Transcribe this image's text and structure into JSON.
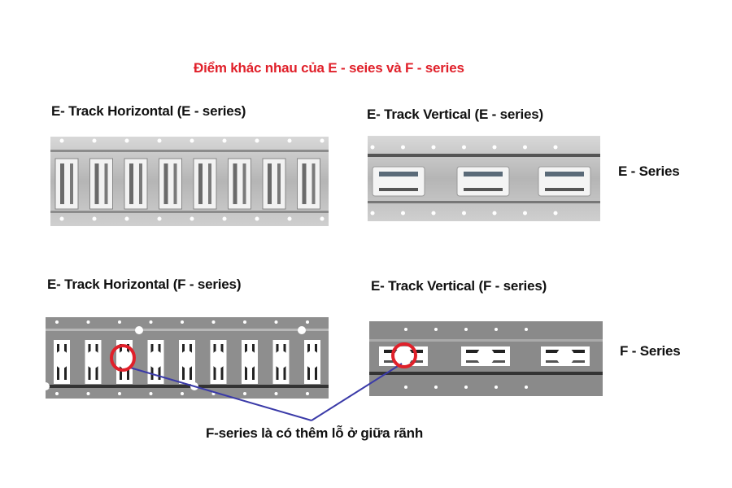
{
  "title": "Điểm khác nhau của E - seies và F - series",
  "panels": {
    "e_horizontal": {
      "label": "E- Track Horizontal (E - series)"
    },
    "e_vertical": {
      "label": "E- Track Vertical  (E - series)"
    },
    "f_horizontal": {
      "label": "E- Track Horizontal  (F - series)"
    },
    "f_vertical": {
      "label": "E- Track Vertical  (F - series)"
    }
  },
  "row_labels": {
    "e_series": "E - Series",
    "f_series": "F - Series"
  },
  "caption": "F-series là có thêm lỗ ở giữa rãnh",
  "colors": {
    "title": "#e0202a",
    "highlight_circle": "#e0202a",
    "pointer_line": "#3a3aa8"
  }
}
